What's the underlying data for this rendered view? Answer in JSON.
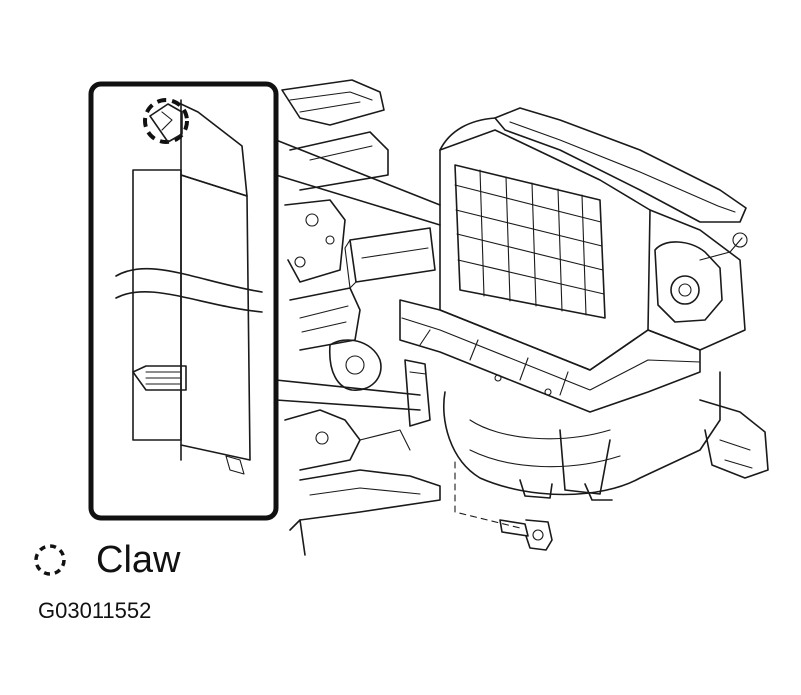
{
  "legend": {
    "label": "Claw",
    "symbol": "dashed-circle-claw-symbol"
  },
  "figure_code": "G03011552",
  "colors": {
    "ink": "#111111",
    "background": "#ffffff"
  }
}
